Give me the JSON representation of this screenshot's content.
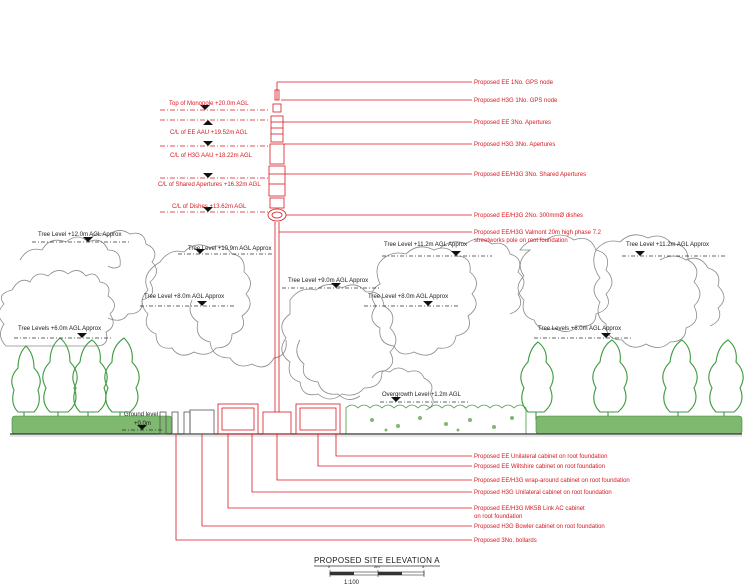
{
  "elevation_levels": [
    {
      "id": "top",
      "text": "Top of Monopole +20.0m AGL"
    },
    {
      "id": "ee_aau",
      "text": "C/L of EE AAU +19.52m AGL"
    },
    {
      "id": "h3g_aau",
      "text": "C/L of H3G AAU +18.22m AGL"
    },
    {
      "id": "shared",
      "text": "C/L of Shared Apertures +16.32m AGL"
    },
    {
      "id": "dishes",
      "text": "C/L of Dishes +13.62m AGL"
    }
  ],
  "equipment_callouts": [
    {
      "id": "gps_ee",
      "text": "Proposed EE 1No. GPS node"
    },
    {
      "id": "gps_h3g",
      "text": "Proposed H3G 1No. GPS node"
    },
    {
      "id": "ap_ee",
      "text": "Proposed EE 3No. Apertures"
    },
    {
      "id": "ap_h3g",
      "text": "Proposed H3G 3No. Apertures"
    },
    {
      "id": "ap_shared",
      "text": "Proposed EE/H3G 3No. Shared Apertures"
    },
    {
      "id": "dishes",
      "text": "Proposed EE/H3G 2No. 300mmØ dishes"
    },
    {
      "id": "pole_1",
      "text": "Proposed EE/H3G Valmont 20m high phase 7.2"
    },
    {
      "id": "pole_2",
      "text": "streetworks pole on root foundation"
    }
  ],
  "tree_levels": [
    {
      "id": "t12",
      "text": "Tree Level +12.0m AGL Approx"
    },
    {
      "id": "t109",
      "text": "Tree Level +10.9m AGL Approx"
    },
    {
      "id": "t112a",
      "text": "Tree Level +11.2m AGL Approx"
    },
    {
      "id": "t112b",
      "text": "Tree Level +11.2m AGL Approx"
    },
    {
      "id": "t9",
      "text": "Tree Level +9.0m AGL Approx"
    },
    {
      "id": "t8a",
      "text": "Tree Level +8.0m AGL Approx"
    },
    {
      "id": "t8b",
      "text": "Tree Level +8.0m AGL Approx"
    },
    {
      "id": "t6a",
      "text": "Tree Levels +6.0m AGL Approx"
    },
    {
      "id": "t6b",
      "text": "Tree Levels +6.0m AGL Approx"
    },
    {
      "id": "overgrowth",
      "text": "Overgrowth Level +1.2m AGL"
    }
  ],
  "ground": {
    "line1": "Ground level",
    "line2": "+0.0m"
  },
  "cabinet_callouts": [
    {
      "id": "c1",
      "text": "Proposed EE Unilateral cabinet on root foundation"
    },
    {
      "id": "c2",
      "text": "Proposed EE Wiltshire cabinet on root foundation"
    },
    {
      "id": "c3",
      "text": "Proposed EE/H3G wrap-around cabinet on root foundation"
    },
    {
      "id": "c4",
      "text": "Proposed H3G Unilateral cabinet on root foundation"
    },
    {
      "id": "c5a",
      "text": "Proposed EE/H3G MK5B Link AC cabinet"
    },
    {
      "id": "c5b",
      "text": "on root foundation"
    },
    {
      "id": "c6",
      "text": "Proposed H3G Bowler cabinet on root foundation"
    },
    {
      "id": "c7",
      "text": "Proposed 3No. bollards"
    }
  ],
  "title": "PROPOSED SITE ELEVATION A",
  "scale": {
    "label": "1:100",
    "tick_0": "0",
    "tick_2": "2m",
    "tick_4": "4"
  },
  "colors": {
    "accent": "#d71920",
    "vegetation": "#3c9a3c",
    "linework": "#8a8a8a"
  }
}
